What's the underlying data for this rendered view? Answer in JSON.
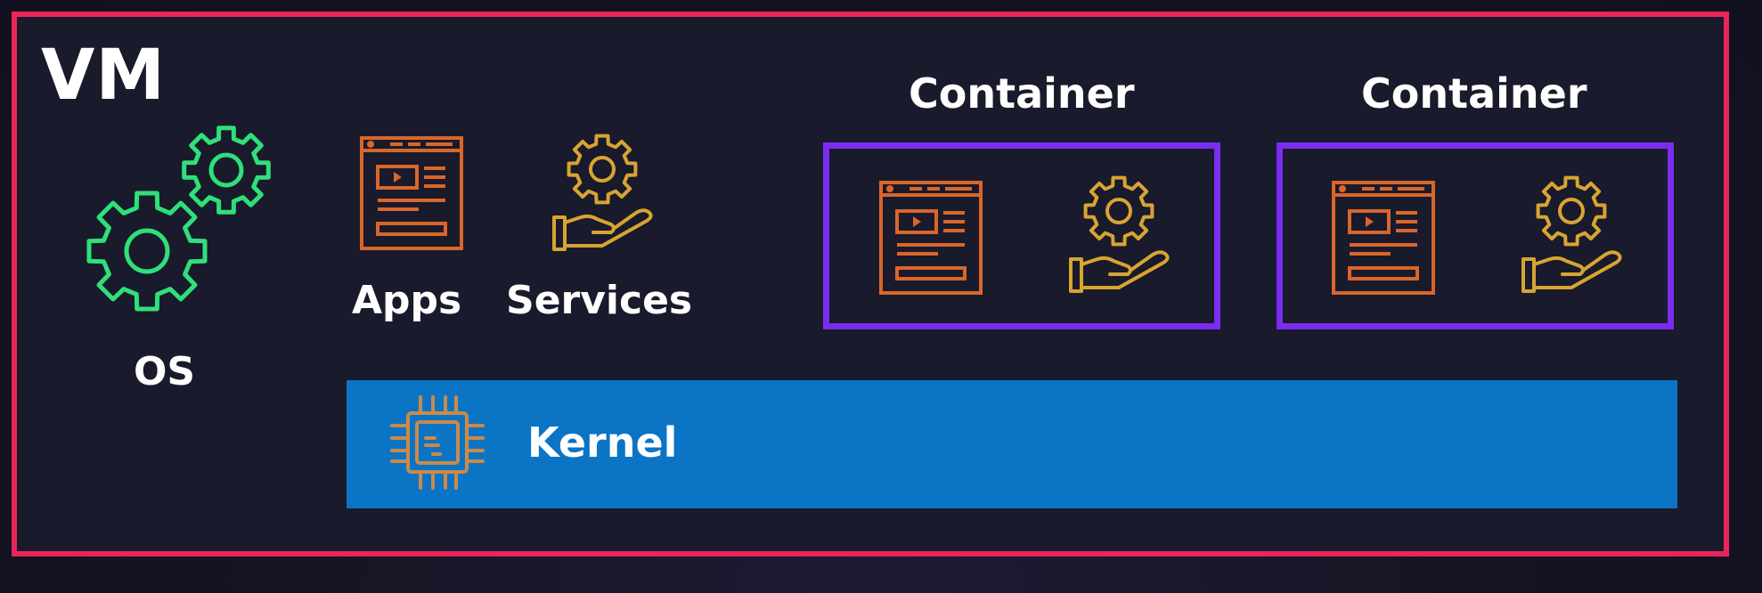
{
  "vm": {
    "title": "VM"
  },
  "os": {
    "label": "OS",
    "icon": "gears-icon",
    "color": "#2fe07a"
  },
  "apps": {
    "label": "Apps",
    "icon": "browser-window-icon",
    "color": "#d9662a"
  },
  "services": {
    "label": "Services",
    "icon": "hand-gear-icon",
    "color": "#d8a432"
  },
  "containers": [
    {
      "label": "Container",
      "border_color": "#7a2cf0"
    },
    {
      "label": "Container",
      "border_color": "#7a2cf0"
    }
  ],
  "kernel": {
    "label": "Kernel",
    "icon": "cpu-chip-icon",
    "bar_color": "#0b74c4"
  },
  "colors": {
    "frame": "#e8265a",
    "background": "#191a2b"
  }
}
